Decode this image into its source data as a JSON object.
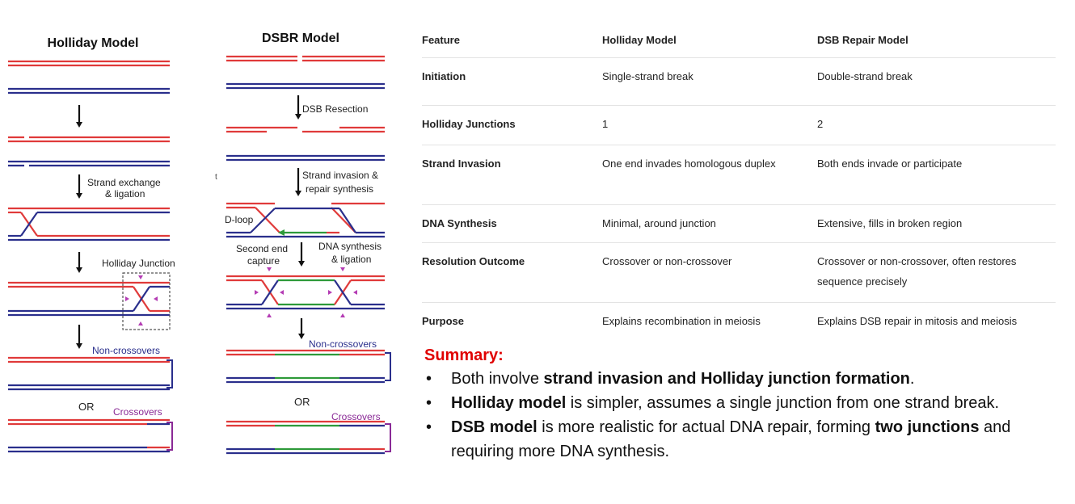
{
  "diagram": {
    "holliday": {
      "title": "Holliday Model",
      "labels": {
        "exchange": [
          "Strand exchange",
          "& ligation"
        ],
        "junction": "Holliday Junction",
        "noncross": "Non-crossovers",
        "or": "OR",
        "cross": "Crossovers"
      }
    },
    "dsbr": {
      "title": "DSBR Model",
      "labels": {
        "resection": "DSB Resection",
        "invasion": [
          "Strand invasion &",
          "repair synthesis"
        ],
        "dloop": "D-loop",
        "capture": [
          "Second end",
          "capture"
        ],
        "synthesis": [
          "DNA synthesis",
          "& ligation"
        ],
        "noncross": "Non-crossovers",
        "or": "OR",
        "cross": "Crossovers"
      }
    },
    "colors": {
      "red": "#e03a3a",
      "blue": "#2a2f8c",
      "green": "#2e9a3a",
      "magenta": "#b43cb4",
      "purple": "#8a2a96"
    }
  },
  "table": {
    "headers": [
      "Feature",
      "Holliday Model",
      "DSB Repair Model"
    ],
    "rows": [
      {
        "feature": "Initiation",
        "holliday": "Single-strand break",
        "dsb": "Double-strand break"
      },
      {
        "feature": "Holliday Junctions",
        "holliday": "1",
        "dsb": "2"
      },
      {
        "feature": "Strand Invasion",
        "holliday": "One end invades homologous duplex",
        "dsb": "Both ends invade or participate"
      },
      {
        "feature": "DNA Synthesis",
        "holliday": "Minimal, around junction",
        "dsb": "Extensive, fills in broken region"
      },
      {
        "feature": "Resolution Outcome",
        "holliday": "Crossover or non-crossover",
        "dsb": "Crossover or non-crossover, often restores sequence precisely"
      },
      {
        "feature": "Purpose",
        "holliday": "Explains recombination in meiosis",
        "dsb": "Explains DSB repair in mitosis and meiosis"
      }
    ]
  },
  "summary": {
    "title": "Summary:",
    "bullets": [
      [
        {
          "t": "Both involve "
        },
        {
          "t": "strand invasion and Holliday junction formation",
          "b": true
        },
        {
          "t": "."
        }
      ],
      [
        {
          "t": "Holliday model",
          "b": true
        },
        {
          "t": " is simpler, assumes a single junction from one strand break."
        }
      ],
      [
        {
          "t": "DSB model",
          "b": true
        },
        {
          "t": " is more realistic for actual DNA repair, forming "
        },
        {
          "t": "two junctions",
          "b": true
        },
        {
          "t": " and requiring more DNA synthesis."
        }
      ]
    ]
  }
}
